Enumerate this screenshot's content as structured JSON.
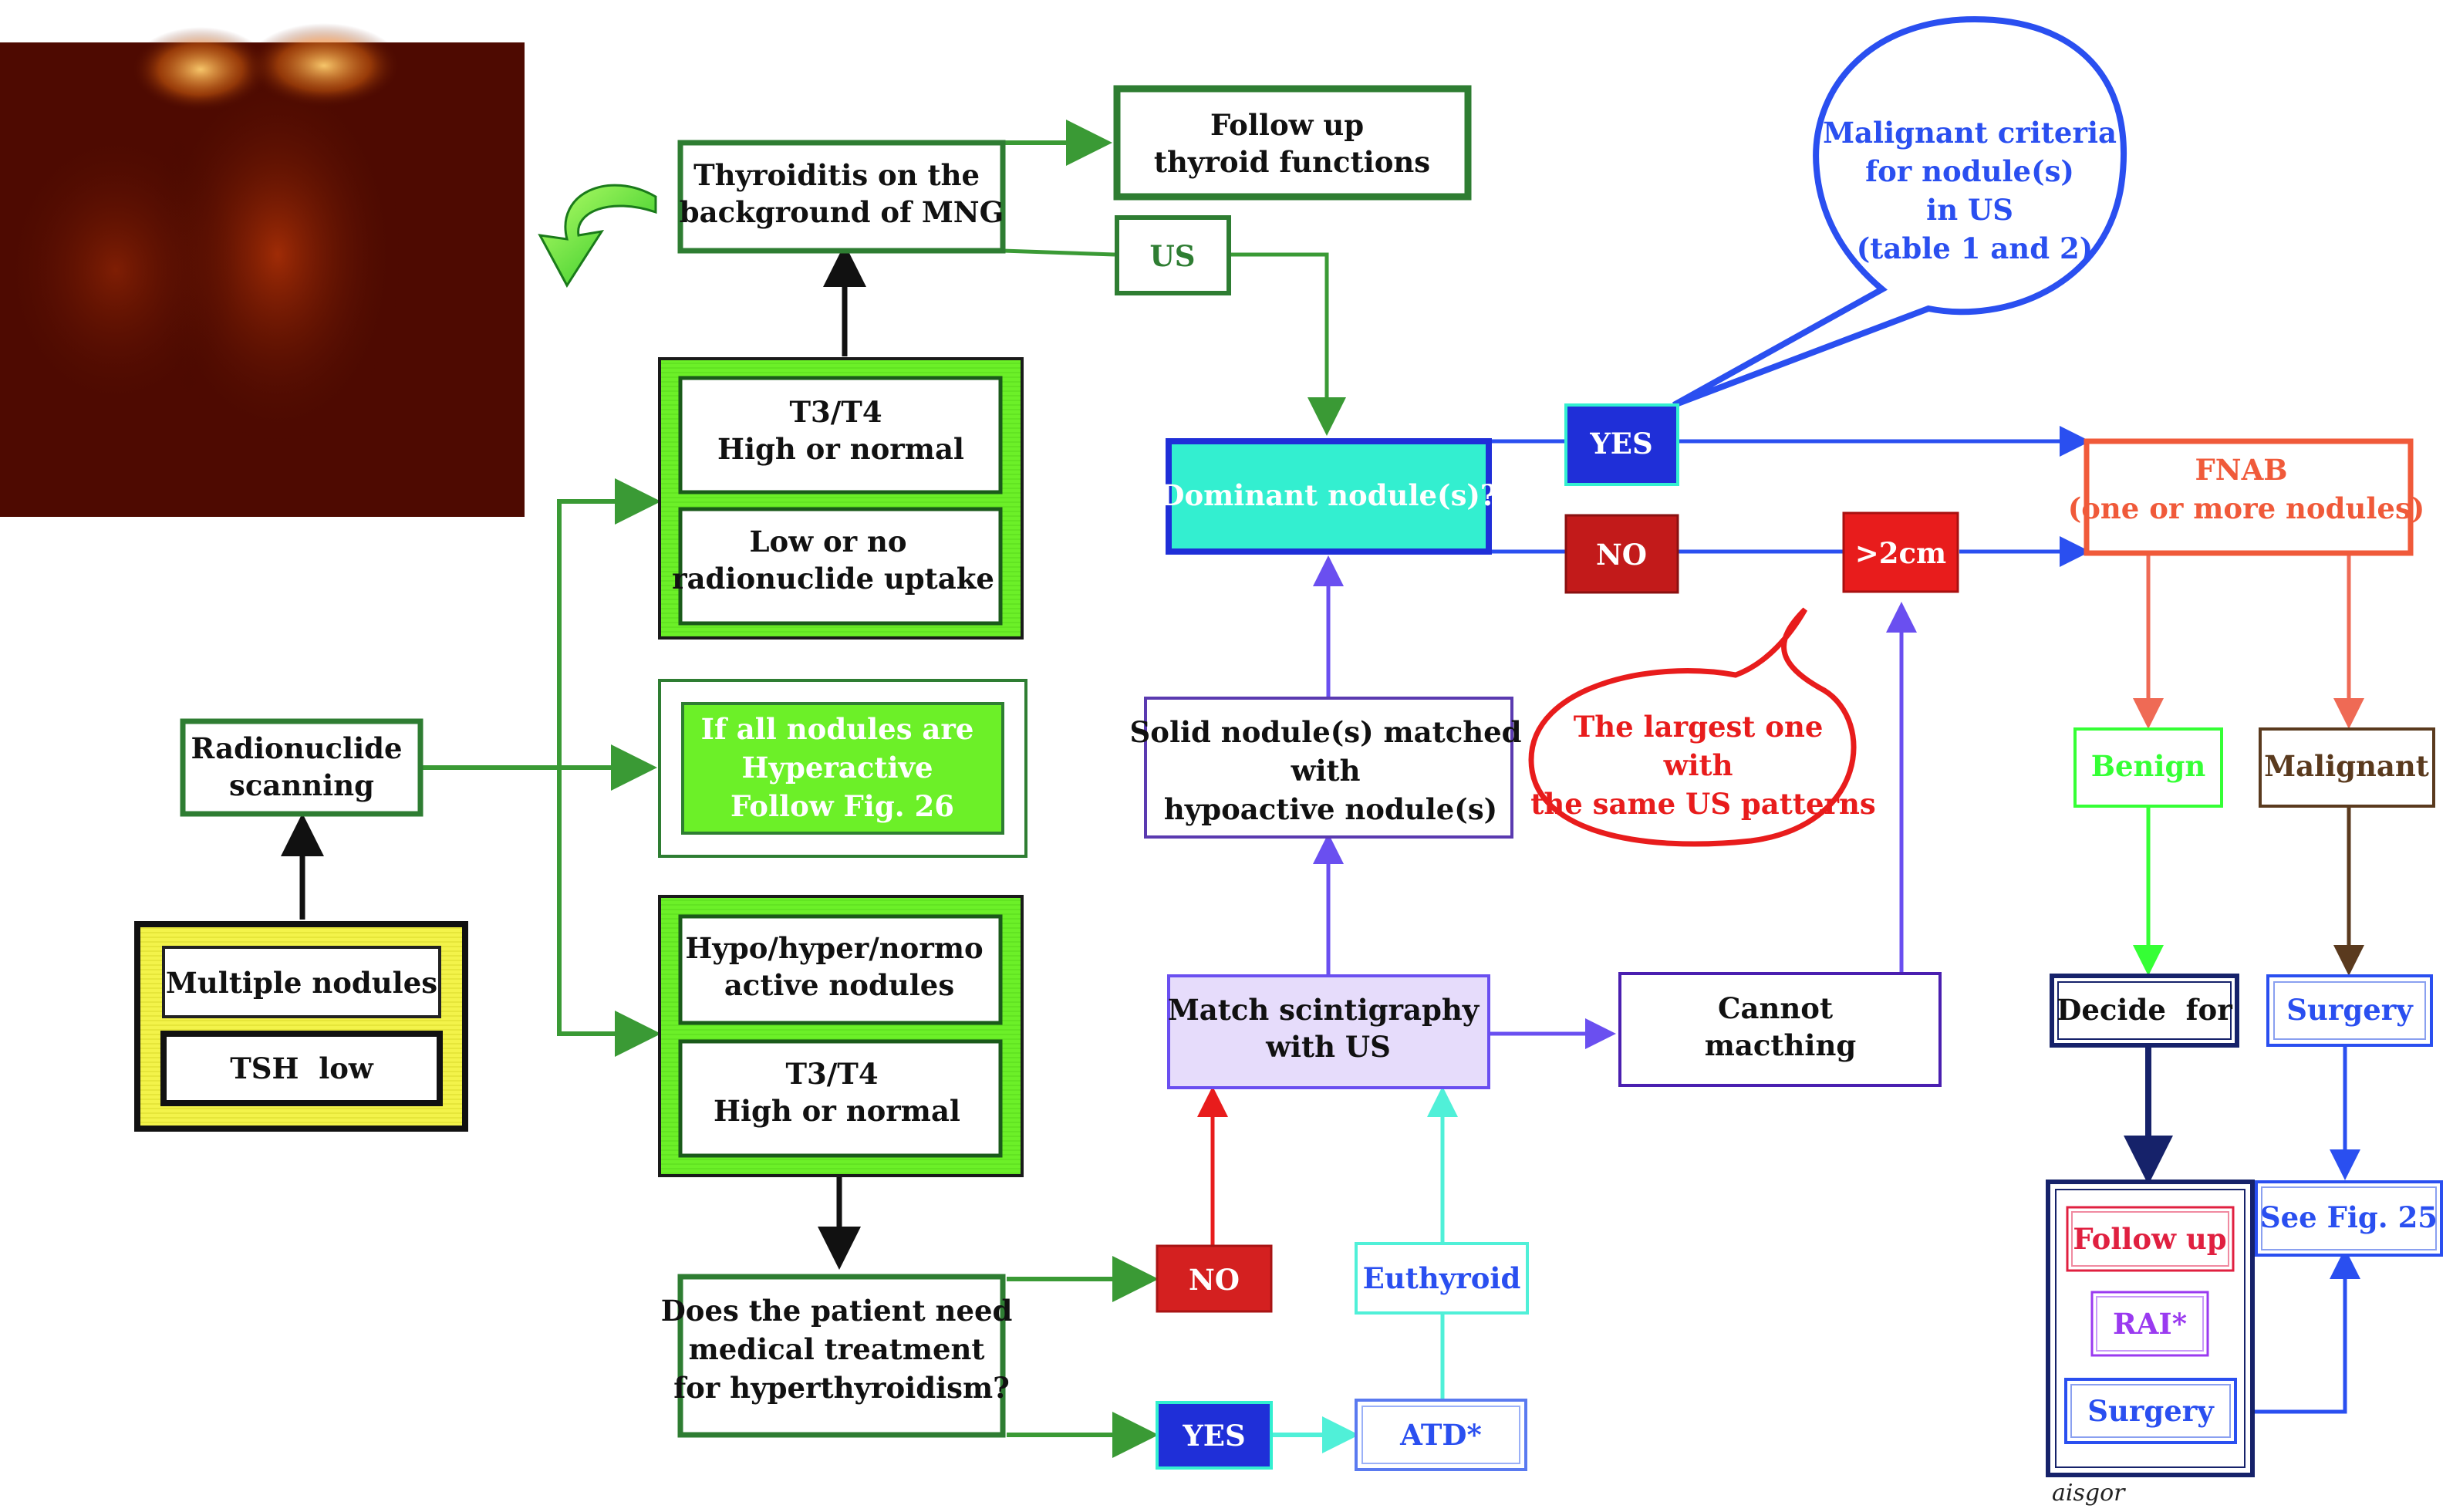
{
  "colors": {
    "dark_green": "#2e7d32",
    "mid_green": "#3a9a35",
    "lime": "#6ef02a",
    "yellow": "#f0f04a",
    "teal": "#33efd0",
    "blue": "#2a4ff0",
    "dark_blue": "#1f2fd8",
    "violet": "#6a4ff0",
    "light_violet": "#e6dcfb",
    "red": "#e81c1c",
    "dark_red": "#c21a1a",
    "orange_red": "#f05a3a",
    "salmon": "#ef6a55",
    "bright_green": "#35ff35",
    "brown": "#5a3a1e",
    "cyan": "#50f0d8",
    "purple": "#9a3af0",
    "crimson": "#e02040"
  },
  "image": {
    "name": "thyroid-scintigraphy-image"
  },
  "nodes": {
    "thyroiditis": [
      "Thyroiditis on the",
      "background of MNG"
    ],
    "follow_up_tf": [
      "Follow up",
      "thyroid functions"
    ],
    "us": [
      "US"
    ],
    "t3t4_a": [
      "T3/T4",
      "High or normal"
    ],
    "low_uptake": [
      "Low or no",
      "radionuclide uptake"
    ],
    "radionuclide_scanning": [
      "Radionuclide",
      "scanning"
    ],
    "hyperactive": [
      "If all nodules are",
      "Hyperactive",
      "Follow Fig. 26"
    ],
    "multiple_nodules": [
      "Multiple nodules"
    ],
    "tsh_low": [
      "TSH  low"
    ],
    "hypo_hyper": [
      "Hypo/hyper/normo",
      "active nodules"
    ],
    "t3t4_b": [
      "T3/T4",
      "High or normal"
    ],
    "medical_treatment": [
      "Does the patient need",
      "medical treatment",
      "for hyperthyroidism?"
    ],
    "no_treat": [
      "NO"
    ],
    "yes_treat": [
      "YES"
    ],
    "atd": [
      "ATD*"
    ],
    "euthyroid": [
      "Euthyroid"
    ],
    "match": [
      "Match scintigraphy",
      "with US"
    ],
    "solid_nodule": [
      "Solid nodule(s) matched",
      "with",
      "hypoactive nodule(s)"
    ],
    "dominant": [
      "Dominant nodule(s)?"
    ],
    "yes_dom": [
      "YES"
    ],
    "no_dom": [
      "NO"
    ],
    "gt2cm": [
      ">2cm"
    ],
    "cannot": [
      "Cannot",
      "macthing"
    ],
    "malignant_criteria": [
      "Malignant criteria",
      "for nodule(s)",
      "in US",
      "(table 1 and 2)"
    ],
    "largest_one": [
      "The largest one",
      "with",
      "the same US patterns"
    ],
    "fnab": [
      "FNAB",
      "(one or more nodules)"
    ],
    "benign": [
      "Benign"
    ],
    "malignant": [
      "Malignant"
    ],
    "decide": [
      "Decide  for"
    ],
    "surgery_r": [
      "Surgery"
    ],
    "follow_up": [
      "Follow up"
    ],
    "rai": [
      "RAI*"
    ],
    "surgery_b": [
      "Surgery"
    ],
    "see_fig": [
      "See Fig. 25"
    ]
  },
  "signature": "aisgor"
}
